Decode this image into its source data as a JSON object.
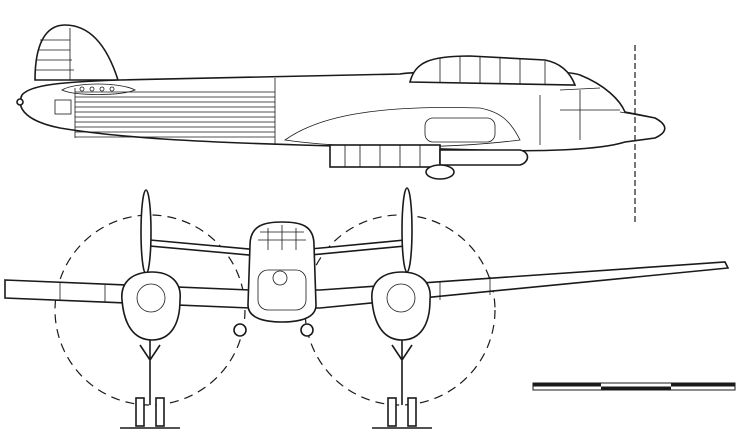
{
  "drawing": {
    "line_color": "#1a1a1a",
    "paper_color": "#ffffff",
    "views": [
      "side-view",
      "front-view"
    ],
    "scale_bar_segments": 3
  }
}
